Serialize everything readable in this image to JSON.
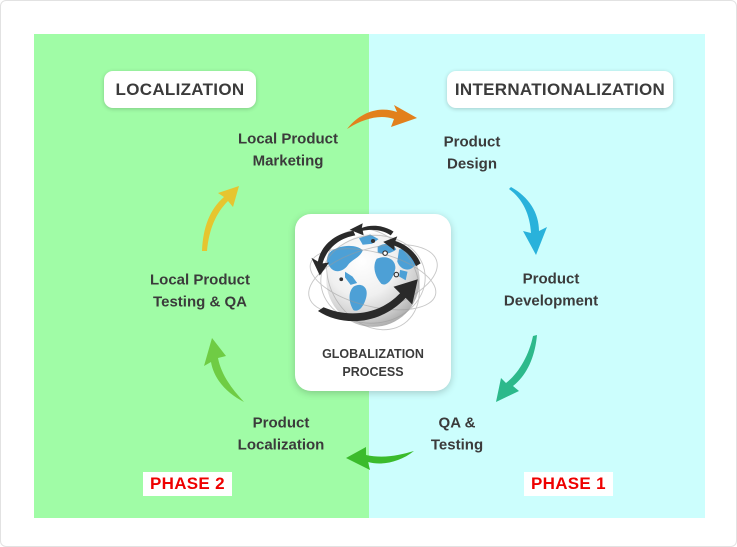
{
  "titles": {
    "localization": "LOCALIZATION",
    "internationalization": "INTERNATIONALIZATION"
  },
  "phases": {
    "phase1": "PHASE 1",
    "phase2": "PHASE 2"
  },
  "center_card": {
    "caption": "GLOBALIZATION\nPROCESS"
  },
  "nodes": {
    "local_product_marketing": "Local Product\nMarketing",
    "product_design": "Product\nDesign",
    "product_development": "Product\nDevelopment",
    "qa_testing": "QA &\nTesting",
    "product_localization": "Product\nLocalization",
    "local_product_testing_qa": "Local Product\nTesting & QA"
  },
  "colors": {
    "panel_green": "#A0FCA6",
    "panel_cyan": "#CCFEFD",
    "text_dark": "#3B3B3B",
    "phase_red": "#EE0000",
    "arrow_orange": "#E2801C",
    "arrow_blue": "#29B2DB",
    "arrow_teal": "#2CB98B",
    "arrow_green": "#3BBB2C",
    "arrow_lightgreen": "#6FCC44",
    "arrow_yellow": "#E6C52F",
    "globe_land": "#4DA0D6",
    "globe_arrow": "#2A2A2A"
  }
}
